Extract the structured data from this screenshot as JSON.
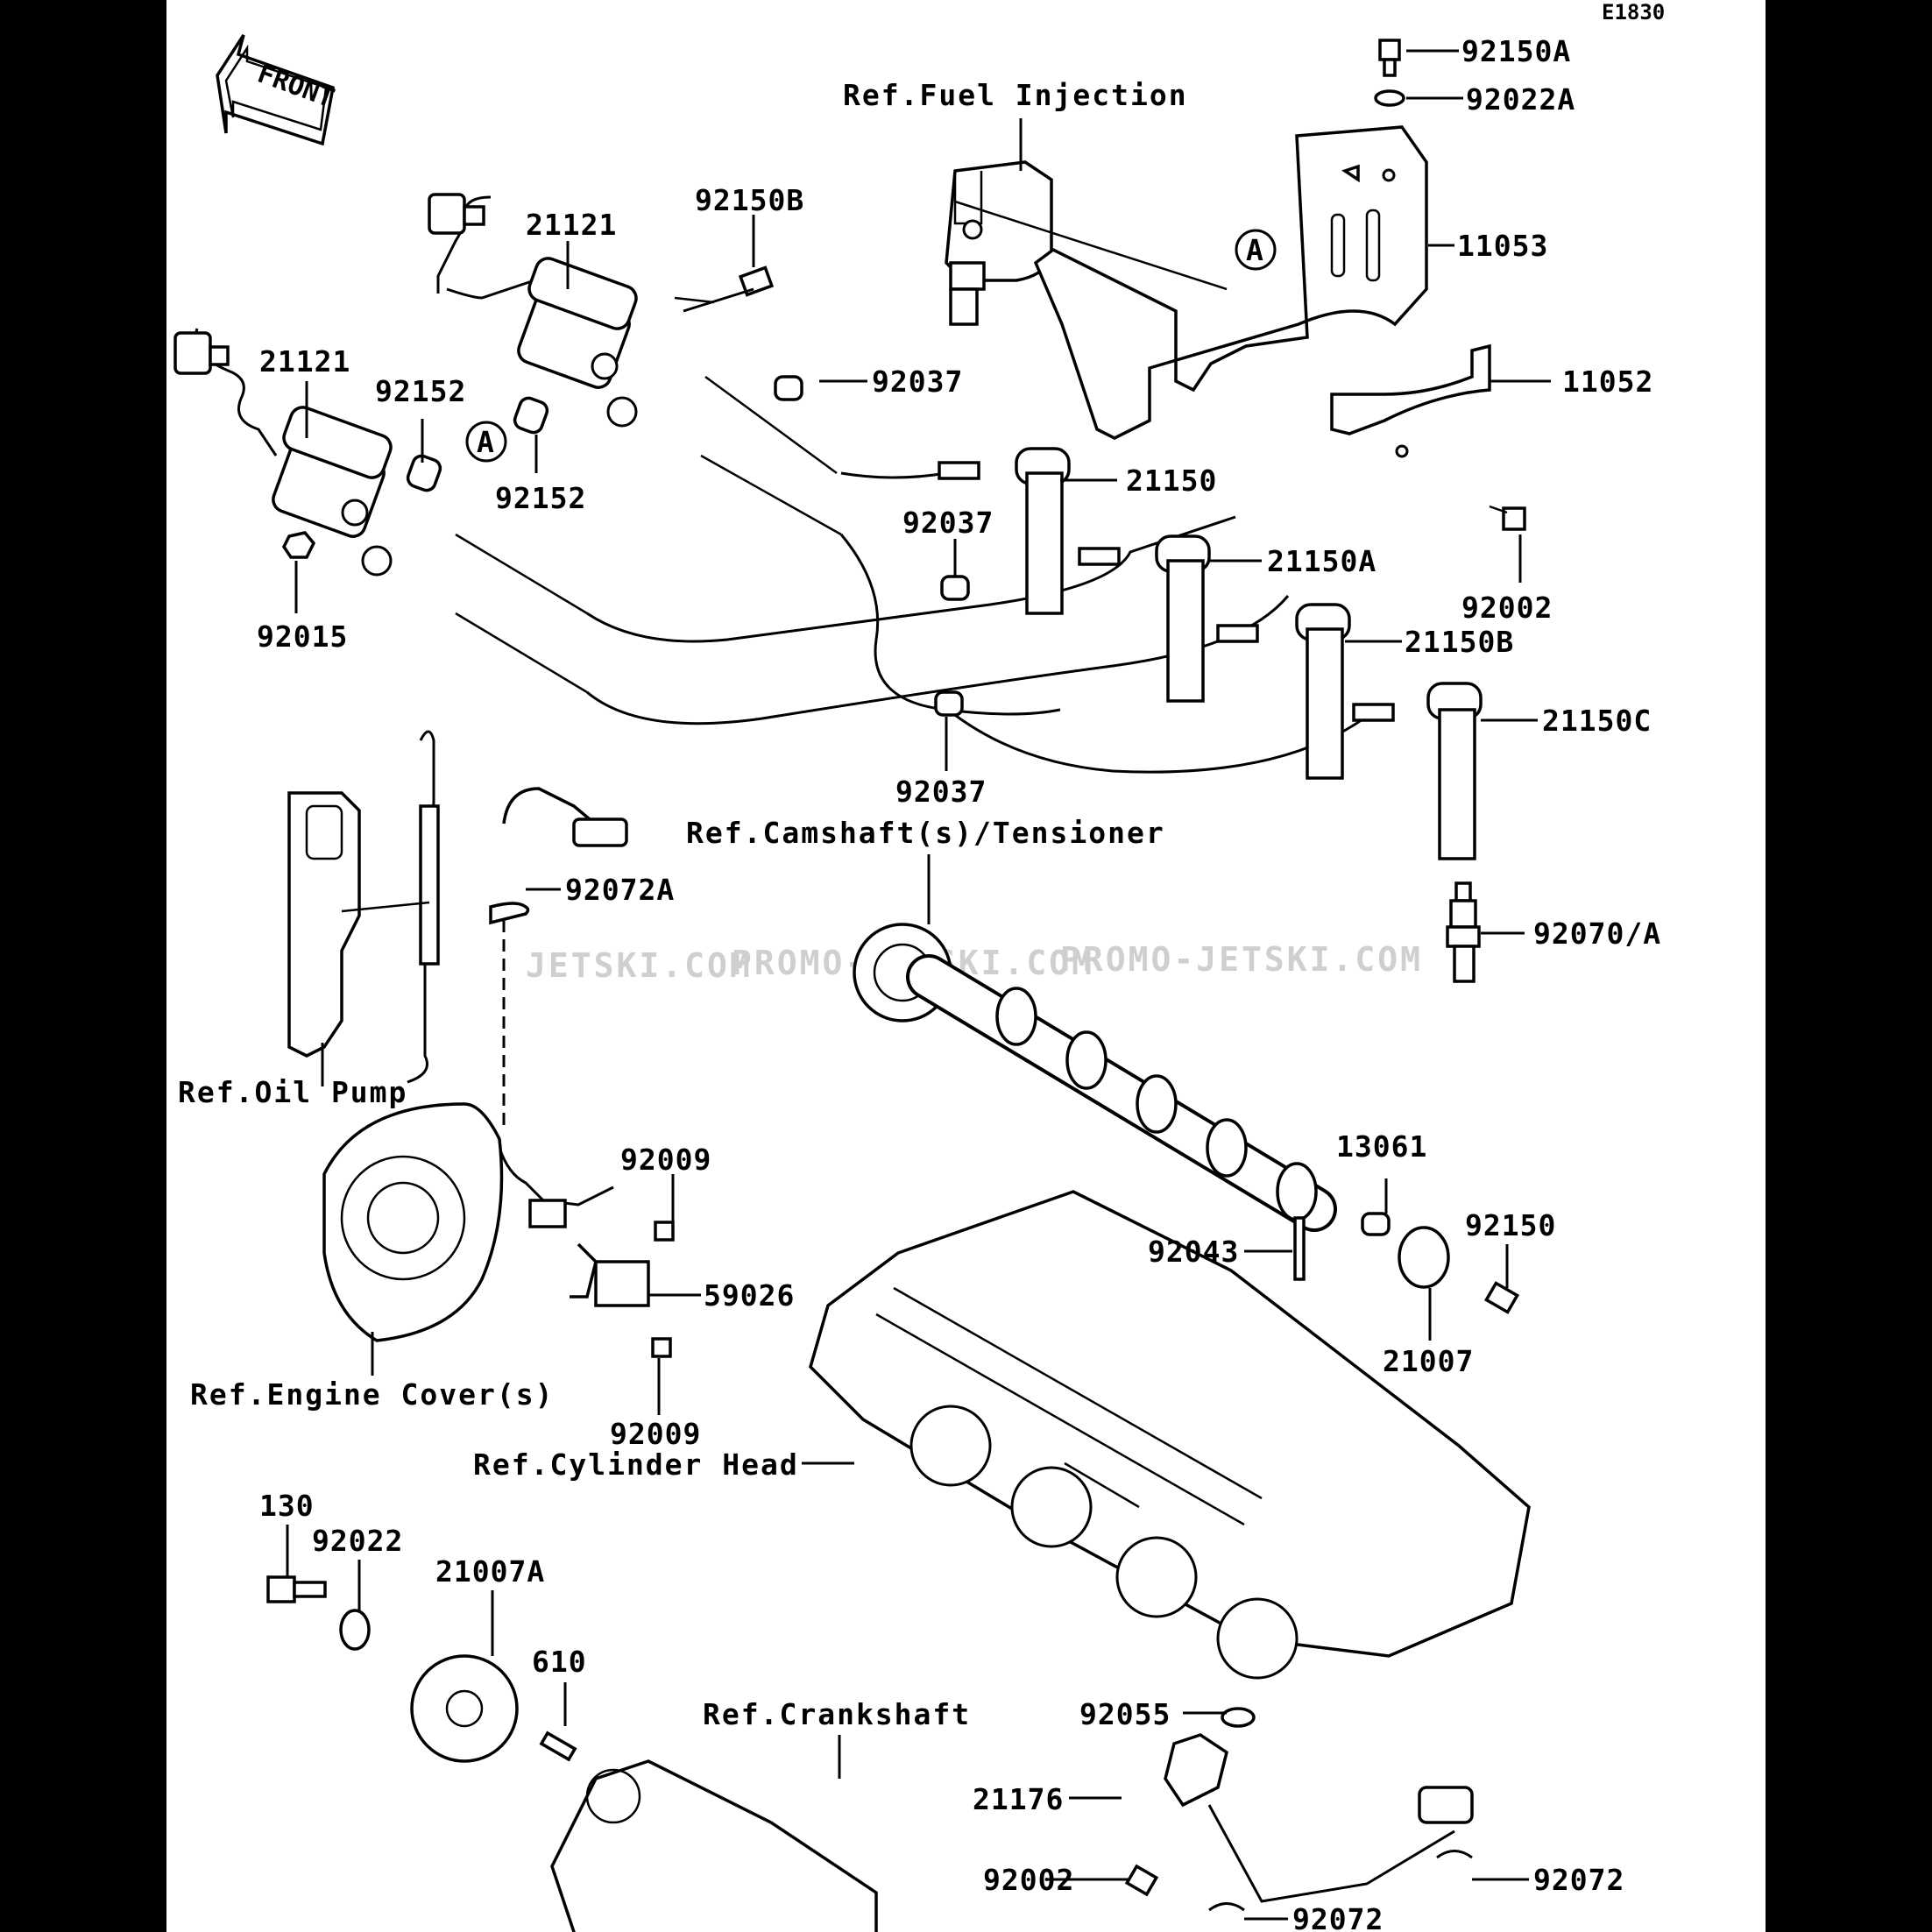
{
  "diagram_code": "E1830",
  "front_label": "FRONT",
  "callout_marker": "A",
  "watermarks": [
    "JETSKI.COM",
    "PROMO-JETSKI.COM",
    "PROMO-JETSKI.COM"
  ],
  "refs": {
    "fuel_injection": "Ref.Fuel Injection",
    "camshaft": "Ref.Camshaft(s)/Tensioner",
    "oil_pump": "Ref.Oil Pump",
    "engine_cover": "Ref.Engine Cover(s)",
    "cylinder_head": "Ref.Cylinder Head",
    "crankshaft": "Ref.Crankshaft"
  },
  "parts": {
    "p92150A": "92150A",
    "p92022A": "92022A",
    "p11053": "11053",
    "p11052": "11052",
    "p92002_top": "92002",
    "p21121_a": "21121",
    "p21121_b": "21121",
    "p92150B": "92150B",
    "p92037_a": "92037",
    "p92037_b": "92037",
    "p92037_c": "92037",
    "p92152_a": "92152",
    "p92152_b": "92152",
    "p92015": "92015",
    "p21150": "21150",
    "p21150A": "21150A",
    "p21150B": "21150B",
    "p21150C": "21150C",
    "p92072A": "92072A",
    "p92070": "92070/A",
    "p92009_a": "92009",
    "p92009_b": "92009",
    "p59026": "59026",
    "p13061": "13061",
    "p92043": "92043",
    "p92150": "92150",
    "p21007": "21007",
    "p130": "130",
    "p92022": "92022",
    "p21007A": "21007A",
    "p610": "610",
    "p92055": "92055",
    "p21176": "21176",
    "p92002_bot": "92002",
    "p92072_a": "92072",
    "p92072_b": "92072"
  }
}
